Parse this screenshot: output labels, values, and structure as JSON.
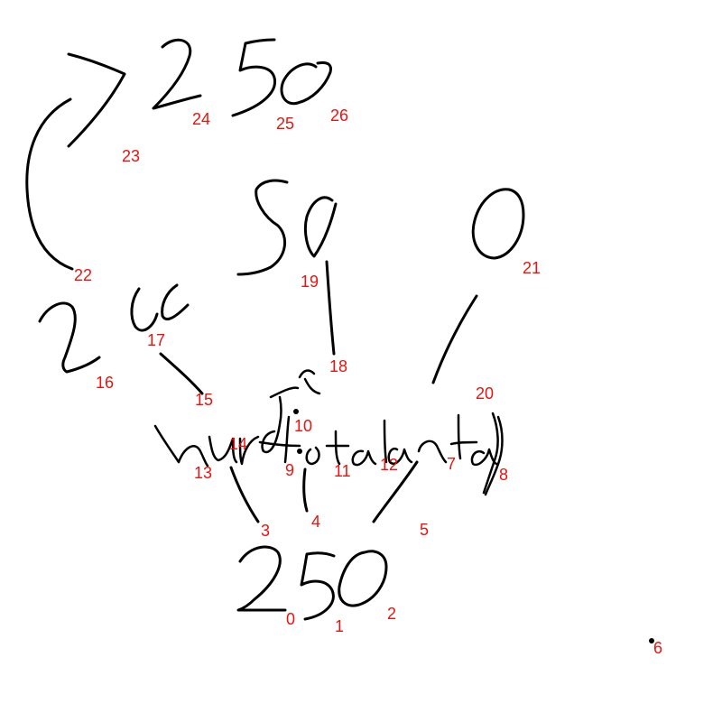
{
  "ink_color": "#000000",
  "label_color": "#e8140f",
  "strokes": [
    {
      "id": "0",
      "label": "0",
      "depicts": "handwritten digit 2 of 250 (bottom)"
    },
    {
      "id": "1",
      "label": "1",
      "depicts": "handwritten digit 5 of 250 (bottom)"
    },
    {
      "id": "2",
      "label": "2",
      "depicts": "handwritten digit 0 of 250 (bottom)"
    },
    {
      "id": "3",
      "label": "3",
      "depicts": "connector line"
    },
    {
      "id": "4",
      "label": "4",
      "depicts": "connector line"
    },
    {
      "id": "5",
      "label": "5",
      "depicts": "connector line"
    },
    {
      "id": "6",
      "label": "6",
      "depicts": "dot"
    },
    {
      "id": "7",
      "label": "7",
      "depicts": "handwritten word 'total' fragment"
    },
    {
      "id": "8",
      "label": "8",
      "depicts": "handwritten bracket"
    },
    {
      "id": "9",
      "label": "9",
      "depicts": "handwritten letter"
    },
    {
      "id": "10",
      "label": "10",
      "depicts": "dot"
    },
    {
      "id": "11",
      "label": "11",
      "depicts": "handwritten letter"
    },
    {
      "id": "12",
      "label": "12",
      "depicts": "handwritten letter"
    },
    {
      "id": "13",
      "label": "13",
      "depicts": "handwritten word 'hundred' fragment"
    },
    {
      "id": "14",
      "label": "14",
      "depicts": "handwritten plus sign"
    },
    {
      "id": "15",
      "label": "15",
      "depicts": "connector line"
    },
    {
      "id": "16",
      "label": "16",
      "depicts": "handwritten digit 2 of 200"
    },
    {
      "id": "17",
      "label": "17",
      "depicts": "handwritten zeros of 200"
    },
    {
      "id": "18",
      "label": "18",
      "depicts": "connector line"
    },
    {
      "id": "19",
      "label": "19",
      "depicts": "handwritten 50"
    },
    {
      "id": "20",
      "label": "20",
      "depicts": "connector line"
    },
    {
      "id": "21",
      "label": "21",
      "depicts": "handwritten 0"
    },
    {
      "id": "22",
      "label": "22",
      "depicts": "curved arrow shaft"
    },
    {
      "id": "23",
      "label": "23",
      "depicts": "arrow head"
    },
    {
      "id": "24",
      "label": "24",
      "depicts": "handwritten 2 of 250 (top)"
    },
    {
      "id": "25",
      "label": "25",
      "depicts": "handwritten 5 of 250 (top)"
    },
    {
      "id": "26",
      "label": "26",
      "depicts": "handwritten 0 of 250 (top)"
    }
  ]
}
